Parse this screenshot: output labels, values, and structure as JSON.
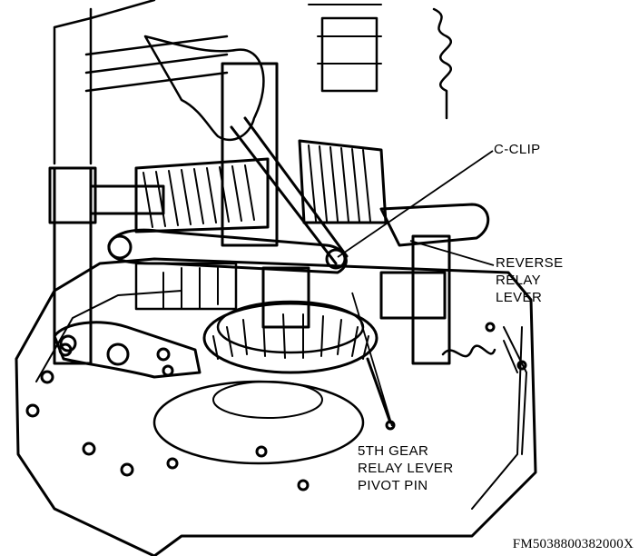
{
  "callouts": {
    "c_clip": "C-CLIP",
    "reverse_relay_lever": [
      "REVERSE",
      "RELAY",
      "LEVER"
    ],
    "fifth_gear_pin": [
      "5TH GEAR",
      "RELAY LEVER",
      "PIVOT PIN"
    ]
  },
  "figure_id": "FM5038800382000X",
  "colors": {
    "ink": "#000000",
    "paper": "#ffffff"
  }
}
